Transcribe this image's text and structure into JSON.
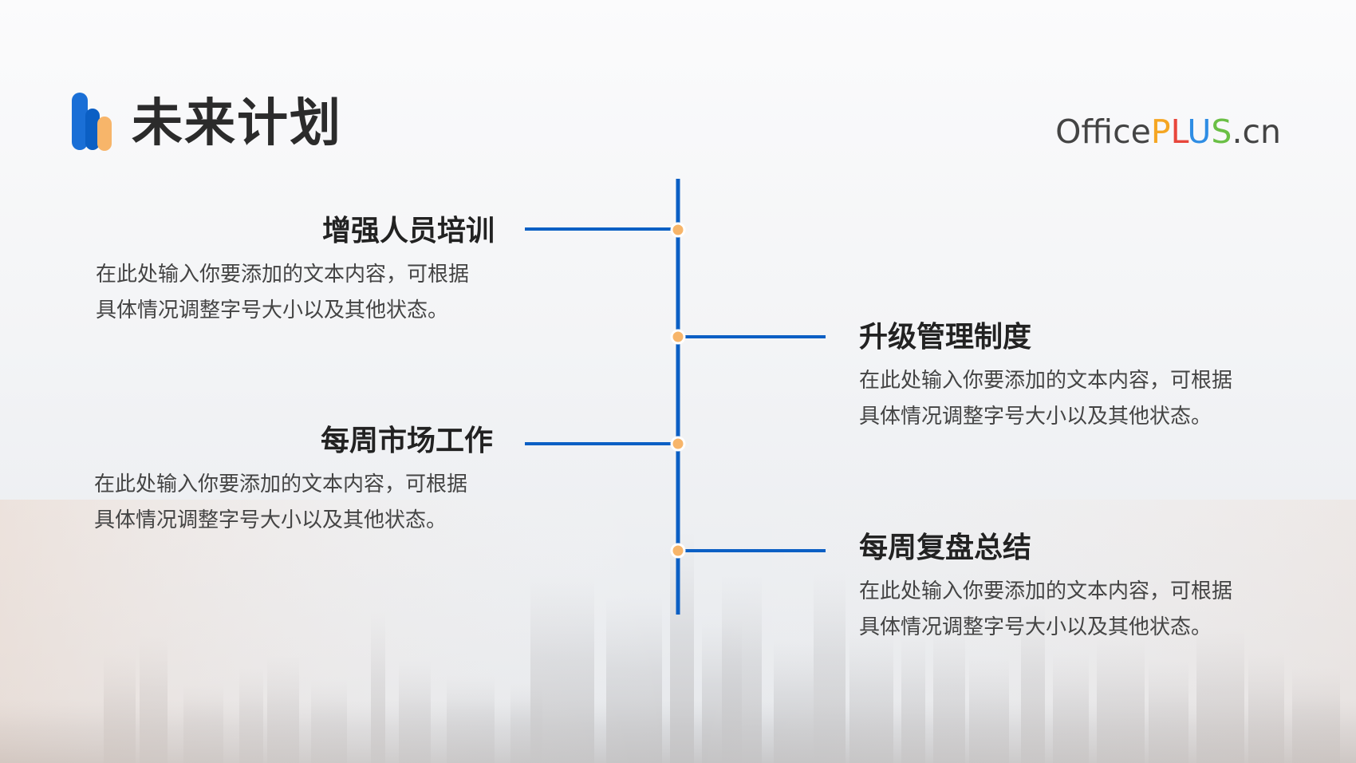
{
  "title": "未来计划",
  "brand": {
    "office": "Office",
    "p": "P",
    "l": "L",
    "u": "U",
    "s": "S",
    "suffix": ".cn"
  },
  "colors": {
    "accent": "#0b5fc4",
    "dot": "#f7b56a",
    "logo_blue": "#1a6fd6",
    "logo_orange": "#f7b56a"
  },
  "items": [
    {
      "title": "增强人员培训",
      "body": "在此处输入你要添加的文本内容，可根据具体情况调整字号大小以及其他状态。"
    },
    {
      "title": "升级管理制度",
      "body": "在此处输入你要添加的文本内容，可根据具体情况调整字号大小以及其他状态。"
    },
    {
      "title": "每周市场工作",
      "body": "在此处输入你要添加的文本内容，可根据具体情况调整字号大小以及其他状态。"
    },
    {
      "title": "每周复盘总结",
      "body": "在此处输入你要添加的文本内容，可根据具体情况调整字号大小以及其他状态。"
    }
  ]
}
